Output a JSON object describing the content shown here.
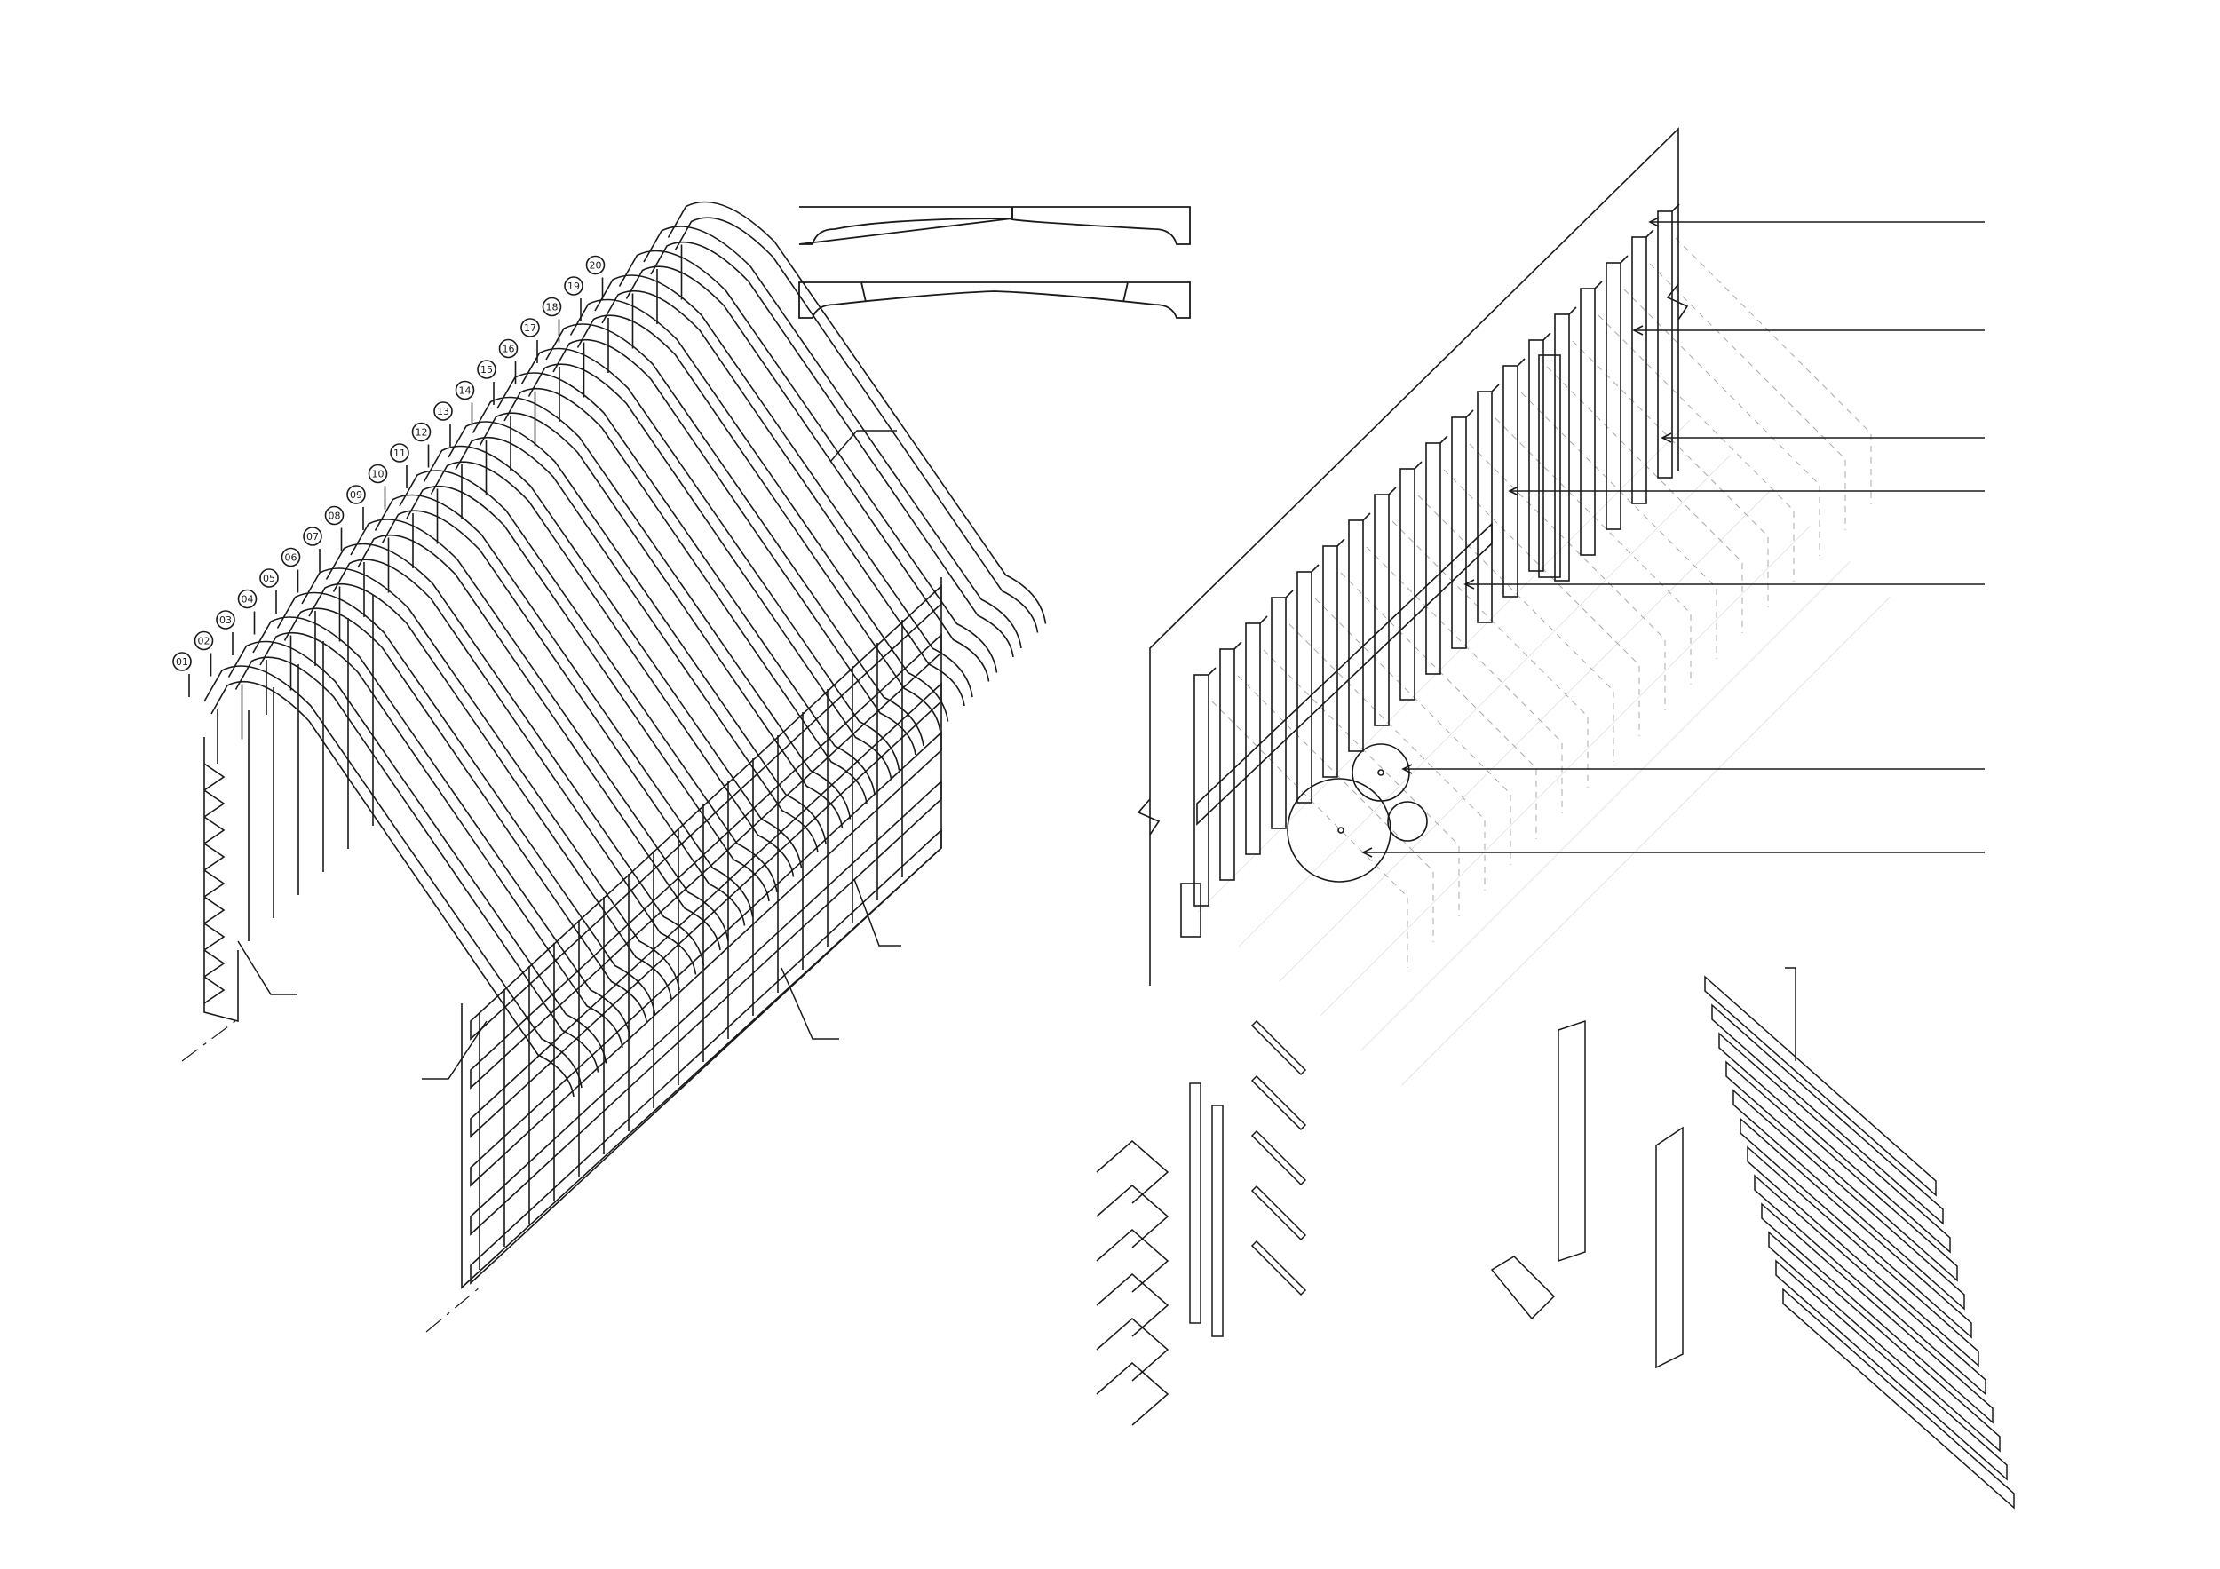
{
  "sheet": {
    "background": "#ffffff",
    "line_color": "#1a1a1a",
    "ghost_color": "#9a9a9a",
    "hatch_color": "#cfcfcf"
  },
  "axis_tags": [
    "01",
    "02",
    "03",
    "04",
    "05",
    "06",
    "07",
    "08",
    "09",
    "10",
    "11",
    "12",
    "13",
    "14",
    "15",
    "16",
    "17",
    "18",
    "19",
    "20"
  ]
}
